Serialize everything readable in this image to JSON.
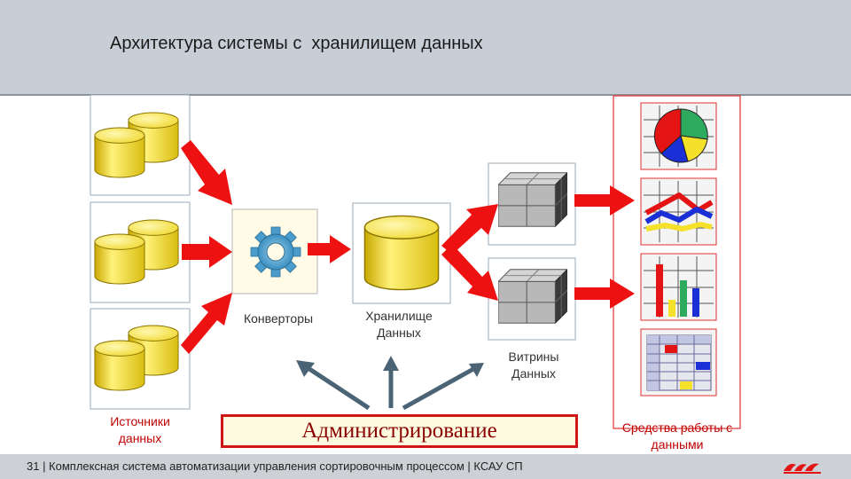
{
  "header": {
    "title": "Архитектура системы с  хранилищем данных"
  },
  "diagram": {
    "sources_label": "Источники данных",
    "converters_label": "Конверторы",
    "warehouse_label": "Хранилище Данных",
    "marts_label": "Витрины Данных",
    "tools_label": "Средства работы с данными",
    "admin_label": "Администрирование"
  },
  "footer": {
    "text": "31 | Комплексная система автоматизации управления сортировочным процессом | КСАУ СП"
  },
  "colors": {
    "arrow_red": "#ee1111",
    "admin_arrow": "#4a6476",
    "cylinder_yellow": "#f4e03a",
    "cube_gray": "#b8b8b8"
  },
  "icons": [
    "database-icon",
    "gear-icon",
    "cube-icon",
    "pie-chart-icon",
    "line-chart-icon",
    "bar-chart-icon",
    "table-grid-icon",
    "rzd-logo"
  ]
}
